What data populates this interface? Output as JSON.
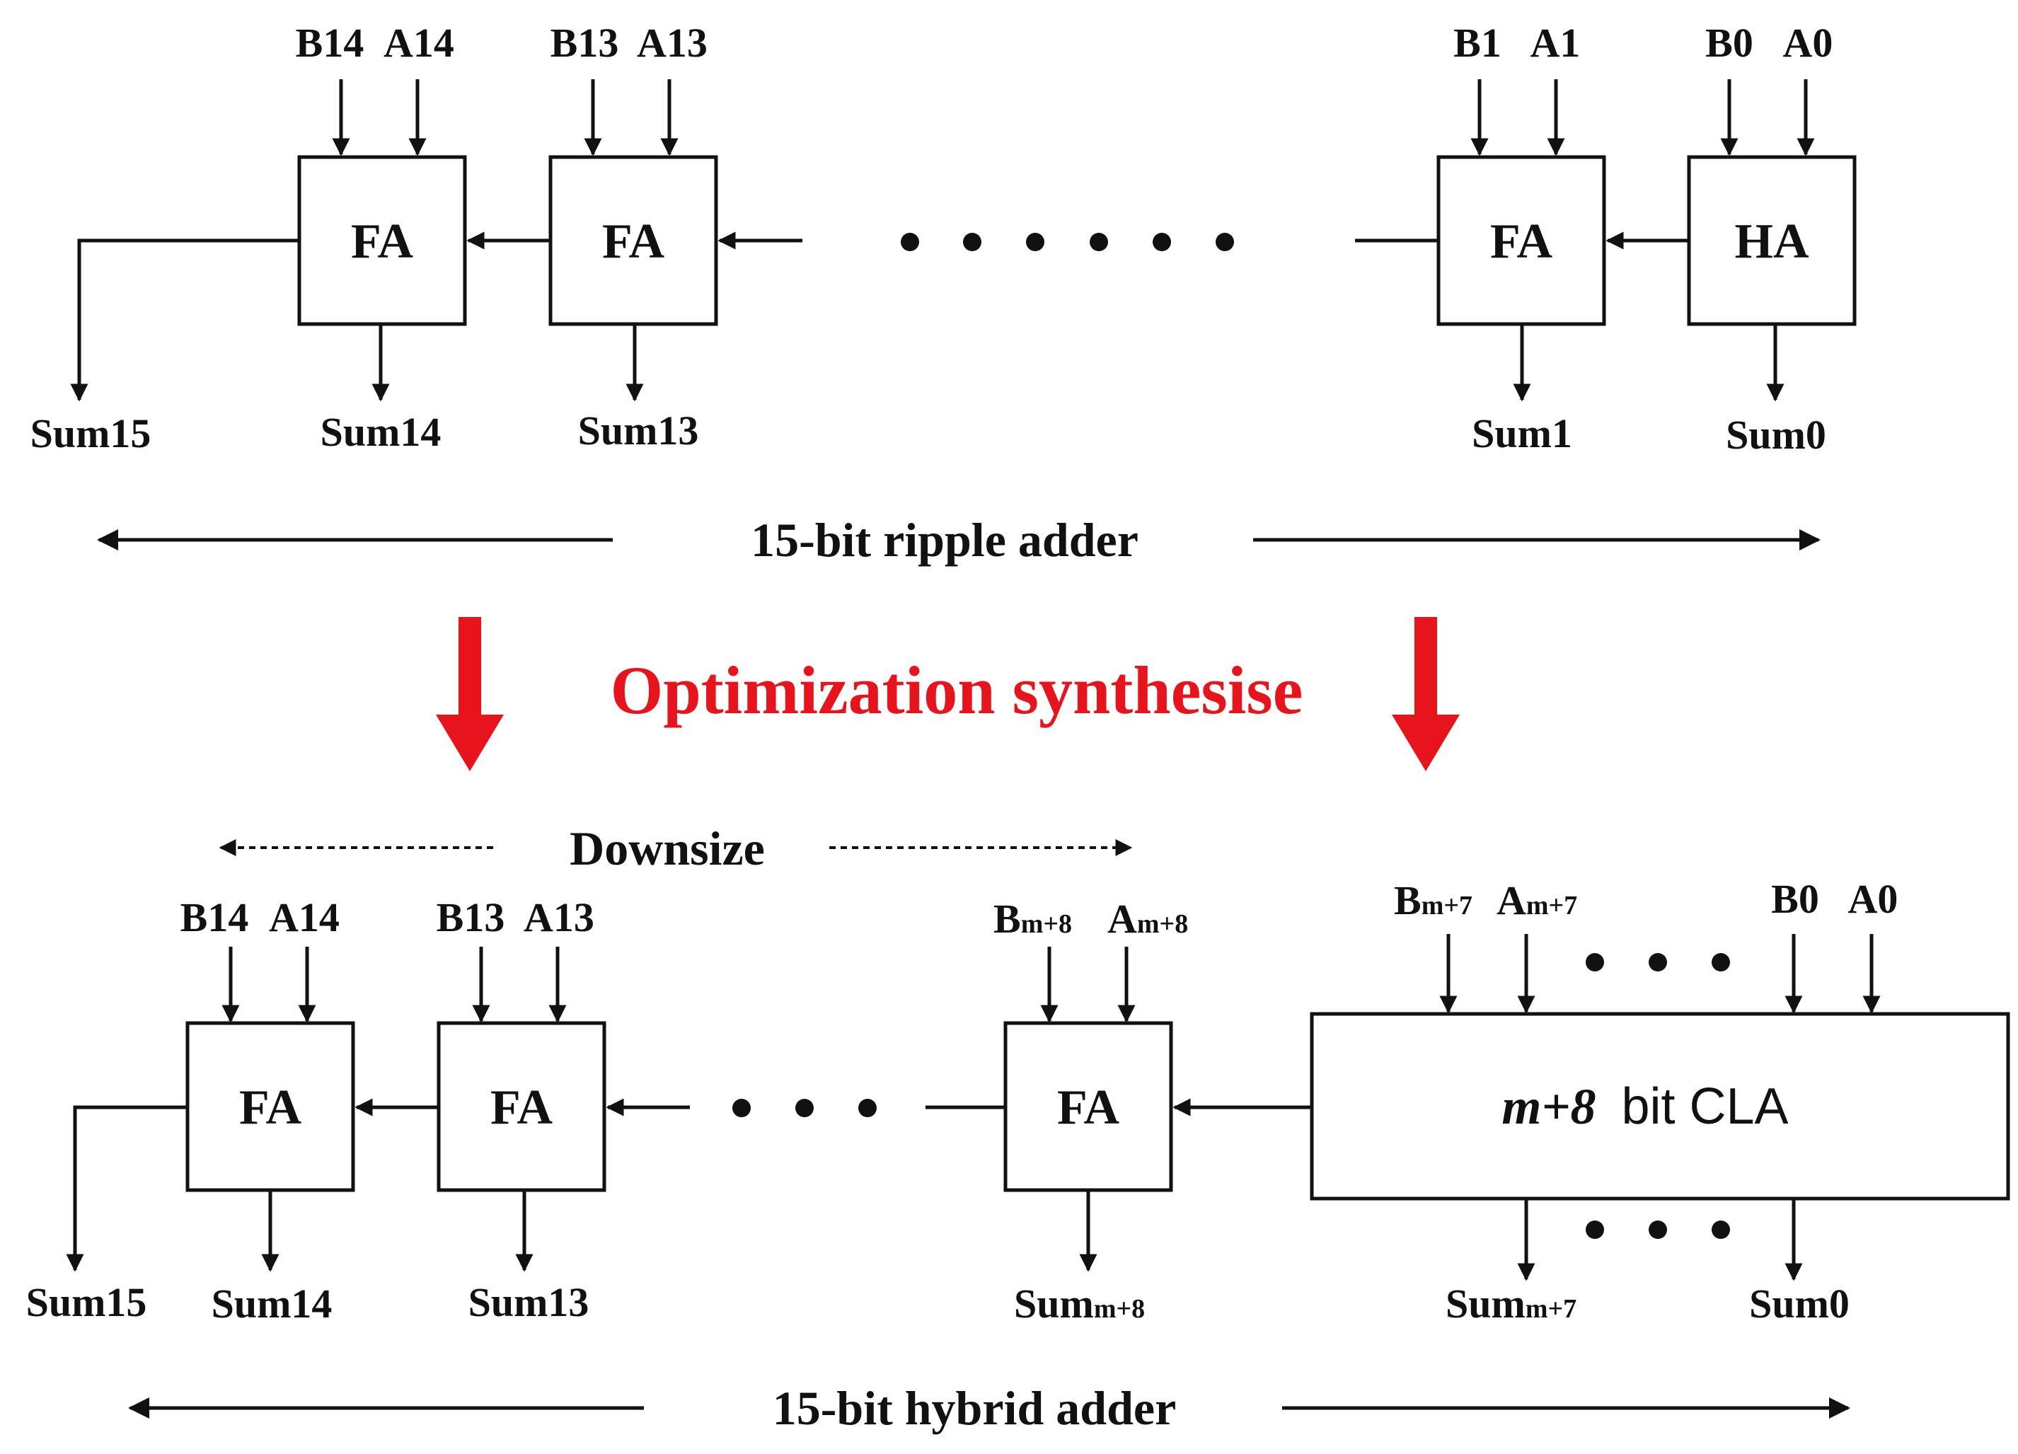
{
  "top": {
    "inputs": [
      "B14",
      "A14",
      "B13",
      "A13",
      "B1",
      "A1",
      "B0",
      "A0"
    ],
    "blocks": [
      "FA",
      "FA",
      "FA",
      "HA"
    ],
    "outputs": [
      "Sum15",
      "Sum14",
      "Sum13",
      "Sum1",
      "Sum0"
    ],
    "caption": "15-bit ripple adder"
  },
  "optimization_label": "Optimization synthesise",
  "downsize_label": "Downsize",
  "bottom": {
    "inputs": [
      "B14",
      "A14",
      "B13",
      "A13"
    ],
    "fa_m8_inputs": [
      {
        "base": "B",
        "sub": "m+8"
      },
      {
        "base": "A",
        "sub": "m+8"
      }
    ],
    "cla_inputs": [
      {
        "base": "B",
        "sub": "m+7"
      },
      {
        "base": "A",
        "sub": "m+7"
      },
      {
        "base": "B0",
        "sub": ""
      },
      {
        "base": "A0",
        "sub": ""
      }
    ],
    "blocks": [
      "FA",
      "FA",
      "FA"
    ],
    "cla_label": {
      "italic": "m+8",
      "rest": "bit CLA"
    },
    "outputs": [
      "Sum15",
      "Sum14",
      "Sum13"
    ],
    "sum_m8": {
      "base": "Sum",
      "sub": "m+8"
    },
    "sum_m7": {
      "base": "Sum",
      "sub": "m+7"
    },
    "sum0": "Sum0",
    "caption": "15-bit hybrid adder"
  },
  "colors": {
    "accent_red": "#e8141b",
    "ink": "#111111"
  }
}
